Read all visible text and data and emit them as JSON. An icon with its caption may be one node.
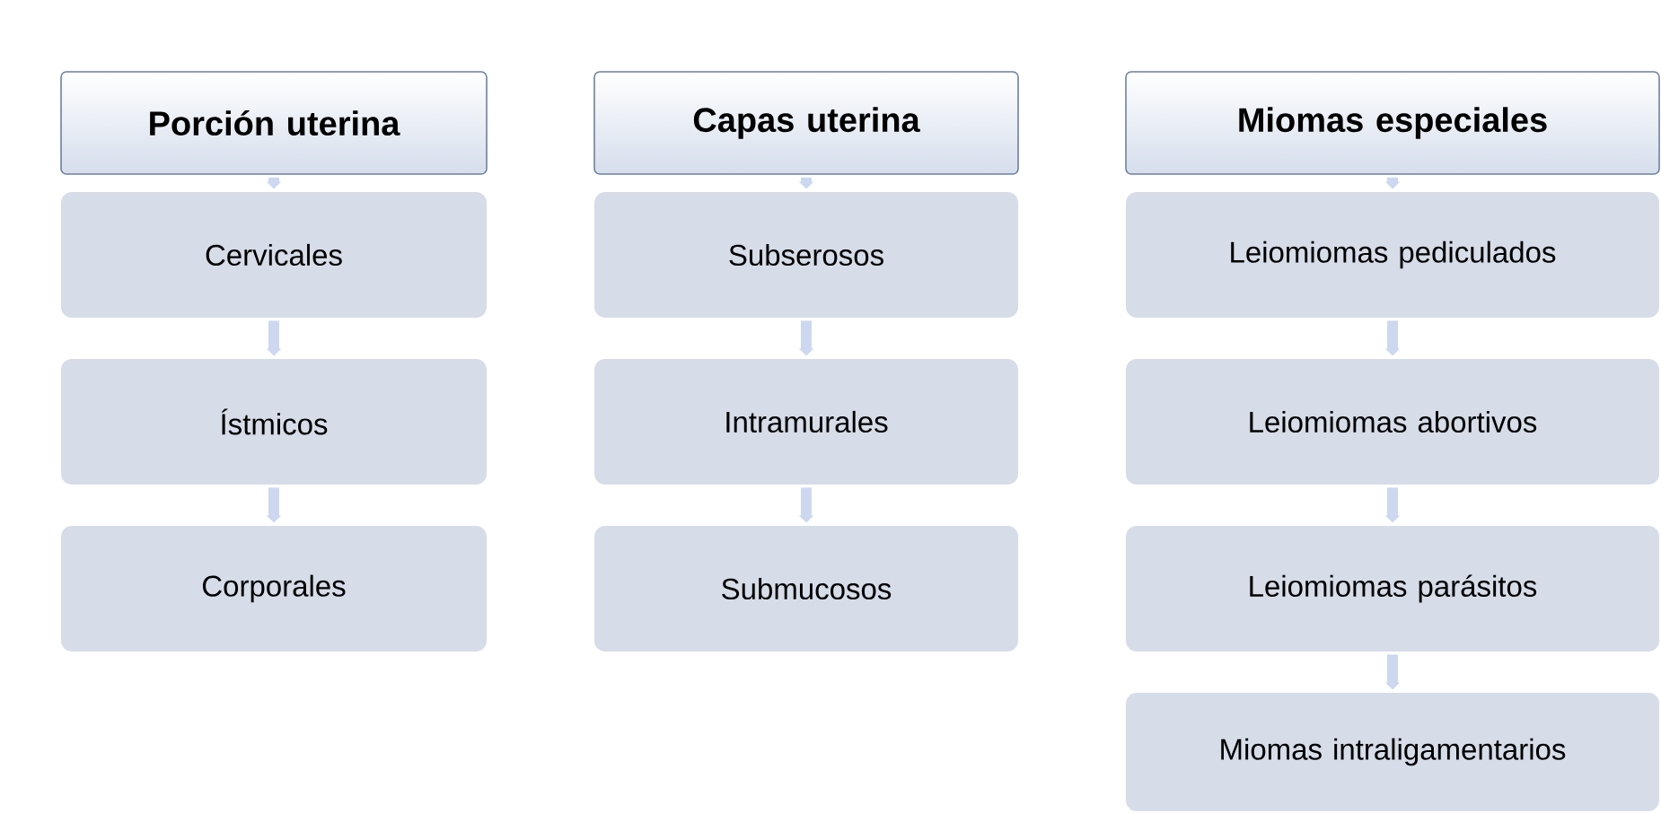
{
  "diagram": {
    "nodes": [
      {
        "text": [
          "Porción uterina"
        ]
      },
      {
        "text": [
          "Cervicales"
        ]
      },
      {
        "text": [
          "Ístmicos"
        ]
      },
      {
        "text": [
          "Corporales"
        ]
      },
      {
        "text": [
          "Capas uterina"
        ]
      },
      {
        "text": [
          "Subserosos"
        ]
      },
      {
        "text": [
          "Intramurales"
        ]
      },
      {
        "text": [
          "Submucosos"
        ]
      },
      {
        "text": [
          "Miomas especiales"
        ]
      },
      {
        "text": [
          "Leiomiomas pediculados"
        ]
      },
      {
        "text": [
          "Leiomiomas abortivos"
        ]
      },
      {
        "text": [
          "Leiomiomas parásitos"
        ]
      },
      {
        "text": [
          "Miomas intraligamentarios"
        ]
      }
    ],
    "edges": [
      {
        "from": 0,
        "to": 1,
        "arrow": "to"
      },
      {
        "from": 1,
        "to": 2,
        "arrow": "to"
      },
      {
        "from": 2,
        "to": 3,
        "arrow": "to"
      },
      {
        "from": 4,
        "to": 5,
        "arrow": "to"
      },
      {
        "from": 5,
        "to": 6,
        "arrow": "to"
      },
      {
        "from": 6,
        "to": 7,
        "arrow": "to"
      },
      {
        "from": 8,
        "to": 9,
        "arrow": "to"
      },
      {
        "from": 9,
        "to": 10,
        "arrow": "to"
      },
      {
        "from": 10,
        "to": 11,
        "arrow": "to"
      },
      {
        "from": 11,
        "to": 12,
        "arrow": "to"
      }
    ]
  }
}
